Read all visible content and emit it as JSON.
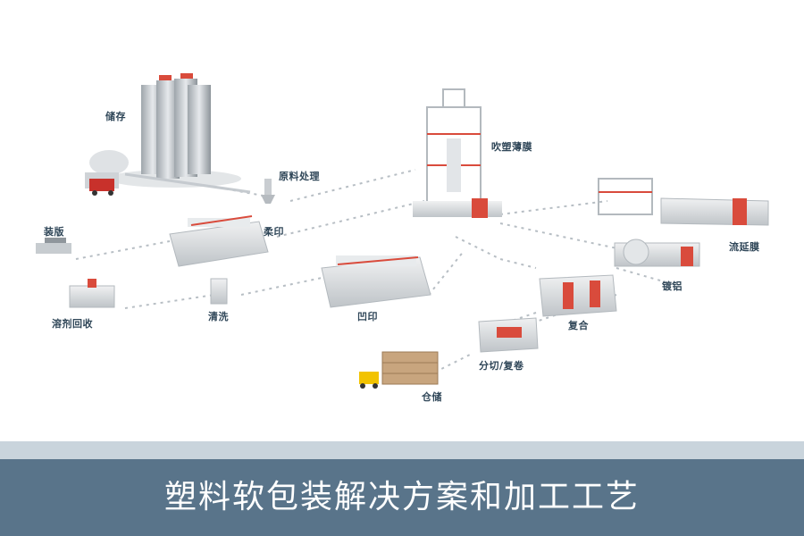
{
  "stations": {
    "storage": "储存",
    "raw_material": "原料处理",
    "blown_film": "吹塑薄膜",
    "plate_mounting": "装版",
    "flexo": "柔印",
    "cast_film": "流延膜",
    "metallizing": "镀铝",
    "solvent_recovery": "溶剂回收",
    "cleaning": "清洗",
    "gravure": "凹印",
    "lamination": "复合",
    "slitting": "分切/复卷",
    "warehouse": "仓储"
  },
  "banner": {
    "title": "塑料软包装解决方案和加工工艺"
  },
  "colors": {
    "band_light": "#c9d4dc",
    "band_dark": "#59748a",
    "label_text": "#2f4658",
    "machine_accent": "#e0392d",
    "forklift": "#f2c300"
  }
}
